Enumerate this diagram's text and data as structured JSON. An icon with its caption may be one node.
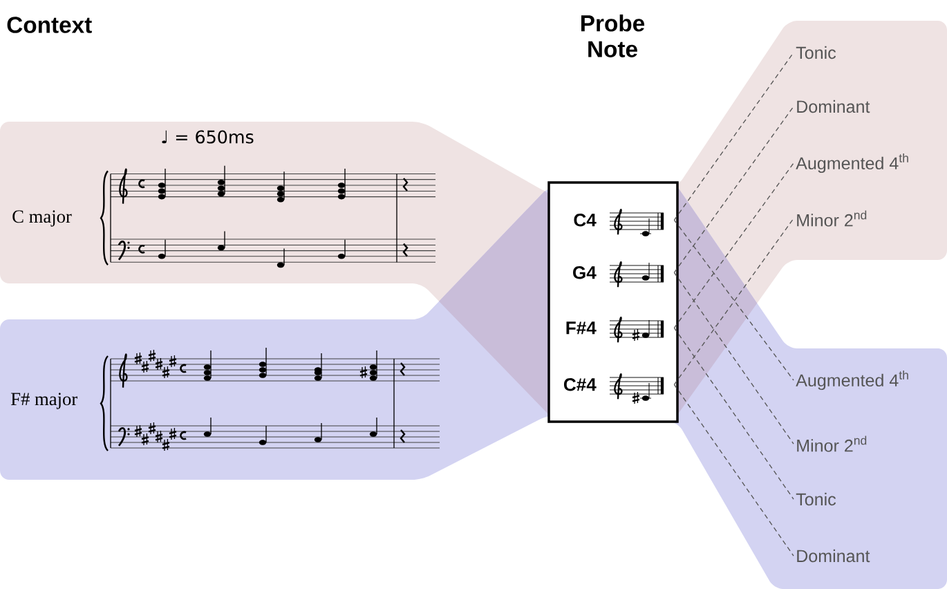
{
  "diagram": {
    "nodes": [
      {
        "text": [
          "♩ = 650ms",
          "C major"
        ]
      },
      {
        "text": [
          "F# major"
        ]
      },
      {
        "text": [],
        "shape": "box"
      },
      {
        "text": [
          "C4"
        ],
        "in": 2
      },
      {
        "text": [
          "G4"
        ],
        "in": 2
      },
      {
        "text": [
          "F#4"
        ],
        "in": 2
      },
      {
        "text": [
          "C#4"
        ],
        "in": 2
      },
      {
        "text": [
          "Tonic"
        ],
        "in": 0
      },
      {
        "text": [
          "Dominant"
        ],
        "in": 0
      },
      {
        "text": [
          "Augmented 4$^{th}$"
        ],
        "in": 0
      },
      {
        "text": [
          "Minor 2$^{nd}$"
        ],
        "in": 0
      },
      {
        "text": [
          "Augmented 4$^{th}$"
        ],
        "in": 1
      },
      {
        "text": [
          "Minor 2$^{nd}$"
        ],
        "in": 1
      },
      {
        "text": [
          "Tonic"
        ],
        "in": 1
      },
      {
        "text": [
          "Dominant"
        ],
        "in": 1
      }
    ],
    "edges": [
      {
        "from": 3,
        "to": 7,
        "arrow": "none",
        "style": "dashed"
      },
      {
        "from": 4,
        "to": 8,
        "arrow": "none",
        "style": "dashed"
      },
      {
        "from": 5,
        "to": 9,
        "arrow": "none",
        "style": "dashed"
      },
      {
        "from": 6,
        "to": 10,
        "arrow": "none",
        "style": "dashed"
      },
      {
        "from": 3,
        "to": 11,
        "arrow": "none",
        "style": "dashed"
      },
      {
        "from": 4,
        "to": 12,
        "arrow": "none",
        "style": "dashed"
      },
      {
        "from": 5,
        "to": 13,
        "arrow": "none",
        "style": "dashed"
      },
      {
        "from": 6,
        "to": 14,
        "arrow": "none",
        "style": "dashed"
      }
    ],
    "labels": [
      "Context",
      "Probe Note"
    ]
  }
}
